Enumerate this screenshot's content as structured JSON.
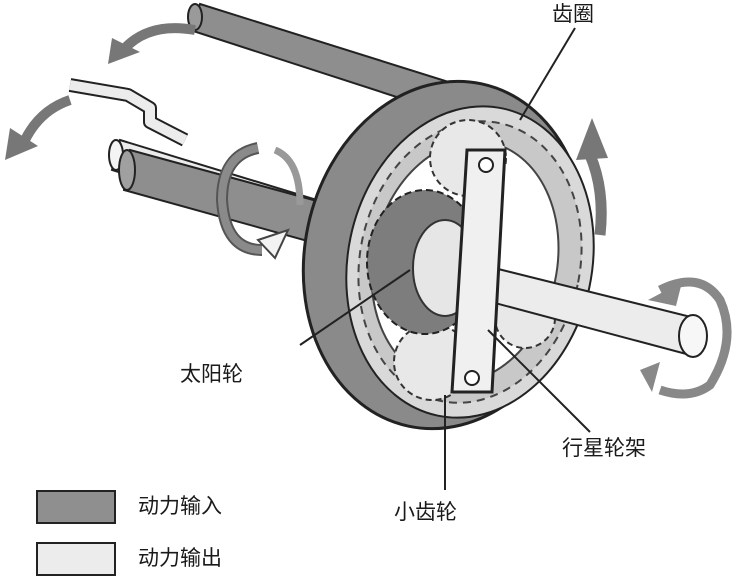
{
  "labels": {
    "ring_gear": "齿圈",
    "sun_gear": "太阳轮",
    "planet_carrier": "行星轮架",
    "pinion_gear": "小齿轮"
  },
  "legend": [
    {
      "text": "动力输入",
      "color": "#8f8f8f"
    },
    {
      "text": "动力输出",
      "color": "#ececec"
    }
  ]
}
